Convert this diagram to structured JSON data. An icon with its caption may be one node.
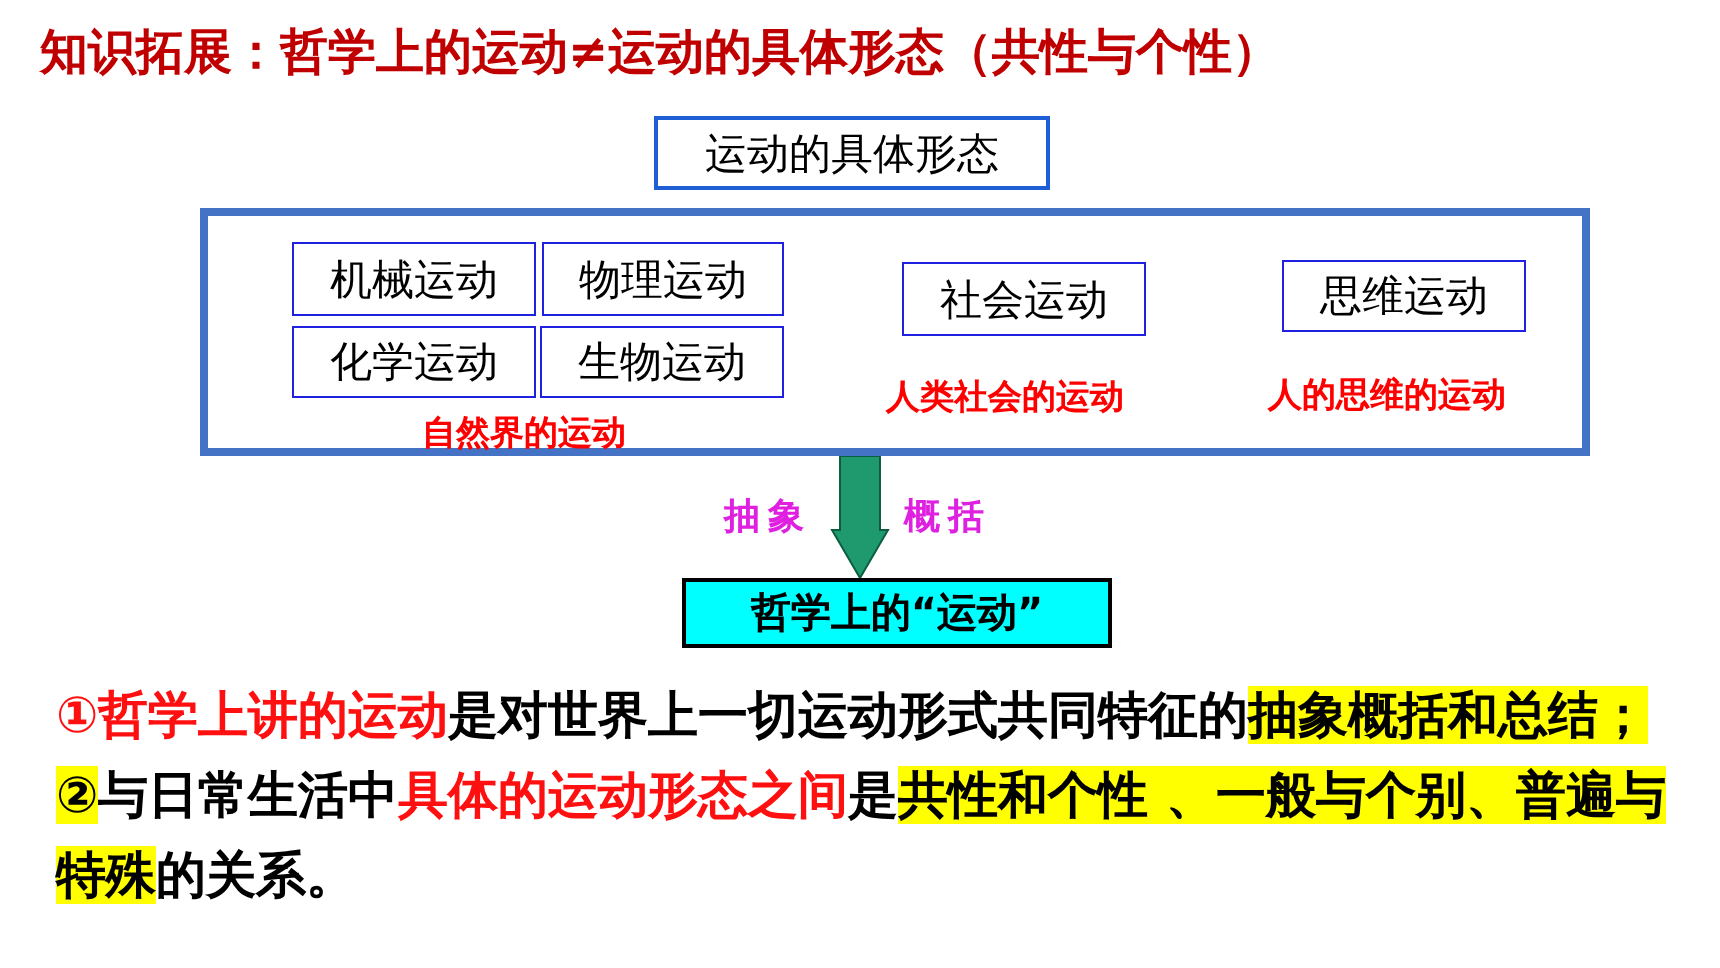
{
  "diagram": {
    "title": "知识拓展：哲学上的运动≠运动的具体形态（共性与个性）",
    "nodes": [
      {
        "text": [
          "运动的具体形态"
        ]
      },
      {
        "text": [],
        "shape": "box"
      },
      {
        "text": [
          "机械运动"
        ],
        "in": 1
      },
      {
        "text": [
          "物理运动"
        ],
        "in": 1
      },
      {
        "text": [
          "化学运动"
        ],
        "in": 1
      },
      {
        "text": [
          "生物运动"
        ],
        "in": 1
      },
      {
        "text": [
          "社会运动"
        ],
        "in": 1,
        "beside": [
          "人类社会的运动"
        ]
      },
      {
        "text": [
          "思维运动"
        ],
        "in": 1,
        "beside": [
          "人的思维的运动"
        ]
      },
      {
        "text": [
          "哲学上的“运动”"
        ]
      }
    ],
    "edges": [
      {
        "from": 1,
        "to": 8,
        "arrow": "to",
        "style": "thick",
        "color": "#1e9a6e"
      }
    ],
    "labels": [
      "自然界的运动",
      "抽象",
      "概括",
      "①哲学上讲的运动",
      "是对世界上一切运动形式共同特征的",
      "抽象概括和总结；",
      "②",
      "与日常生活中",
      "具体的运动形态之间",
      "是",
      "共性和个性",
      " 、一般与个别、普遍与特殊",
      "的关系。"
    ]
  }
}
